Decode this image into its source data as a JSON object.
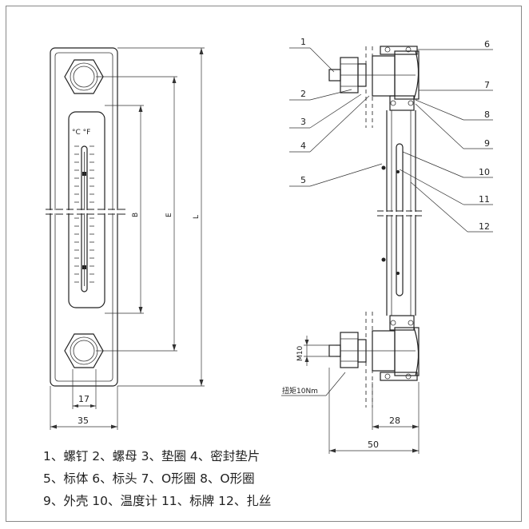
{
  "front_view": {
    "scale_units": "°C  °F",
    "dim_width_label": "35",
    "dim_pitch_label": "17",
    "dim_b_label": "B",
    "dim_e_label": "E",
    "dim_l_label": "L"
  },
  "section_view": {
    "callouts_left": [
      "1",
      "2",
      "3",
      "4",
      "5"
    ],
    "callouts_right": [
      "6",
      "7",
      "8",
      "9",
      "10",
      "11",
      "12"
    ],
    "thread_label": "M10",
    "torque_label": "扭矩10Nm",
    "dim_28_label": "28",
    "dim_50_label": "50"
  },
  "legend": {
    "line1": "1、螺钉 2、螺母 3、垫圈 4、密封垫片",
    "line2": "5、标体 6、标头 7、O形圈 8、O形圈",
    "line3": "9、外壳 10、温度计 11、标牌 12、扎丝"
  }
}
